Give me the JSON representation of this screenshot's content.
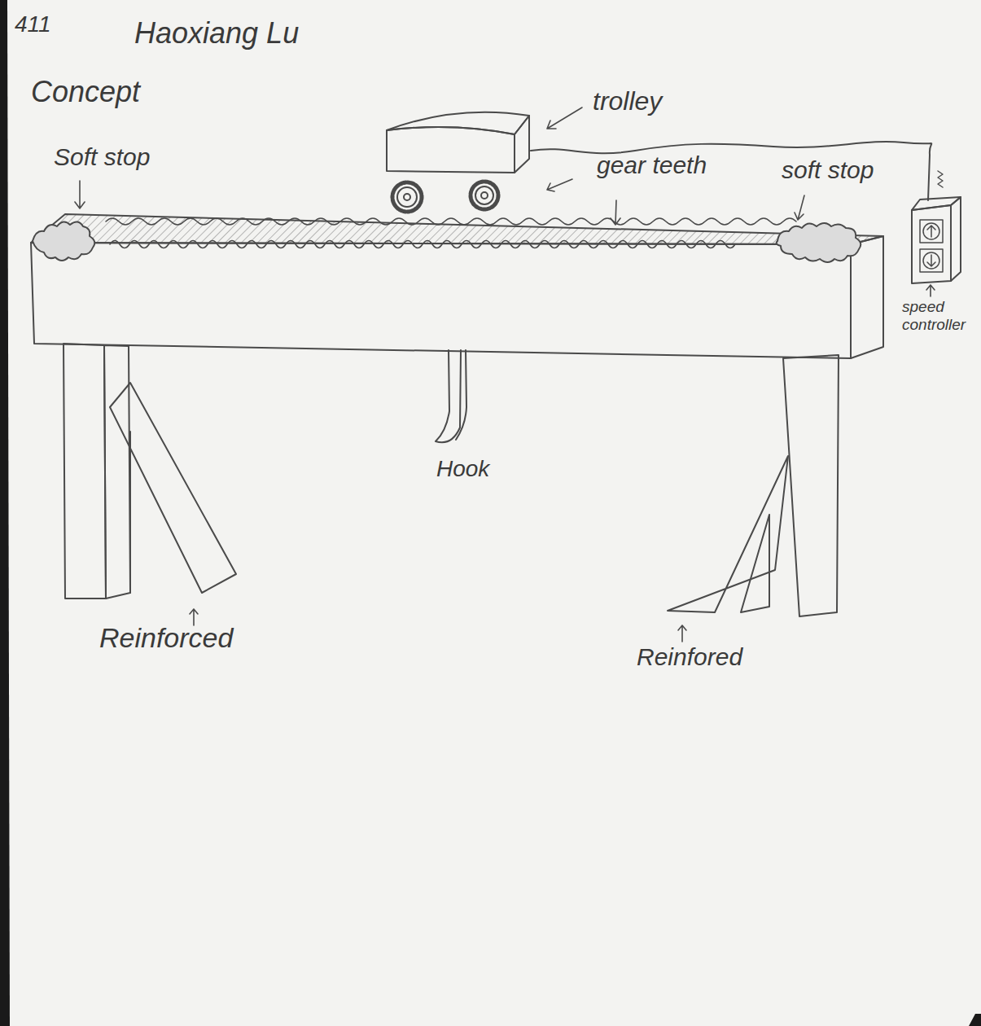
{
  "diagram": {
    "labels": [
      "411",
      "Haoxiang Lu",
      "Concept",
      "Soft stop",
      "trolley",
      "gear teeth",
      "soft stop",
      "speed controller",
      "Hook",
      "Reinforced",
      "Reinfored"
    ]
  }
}
